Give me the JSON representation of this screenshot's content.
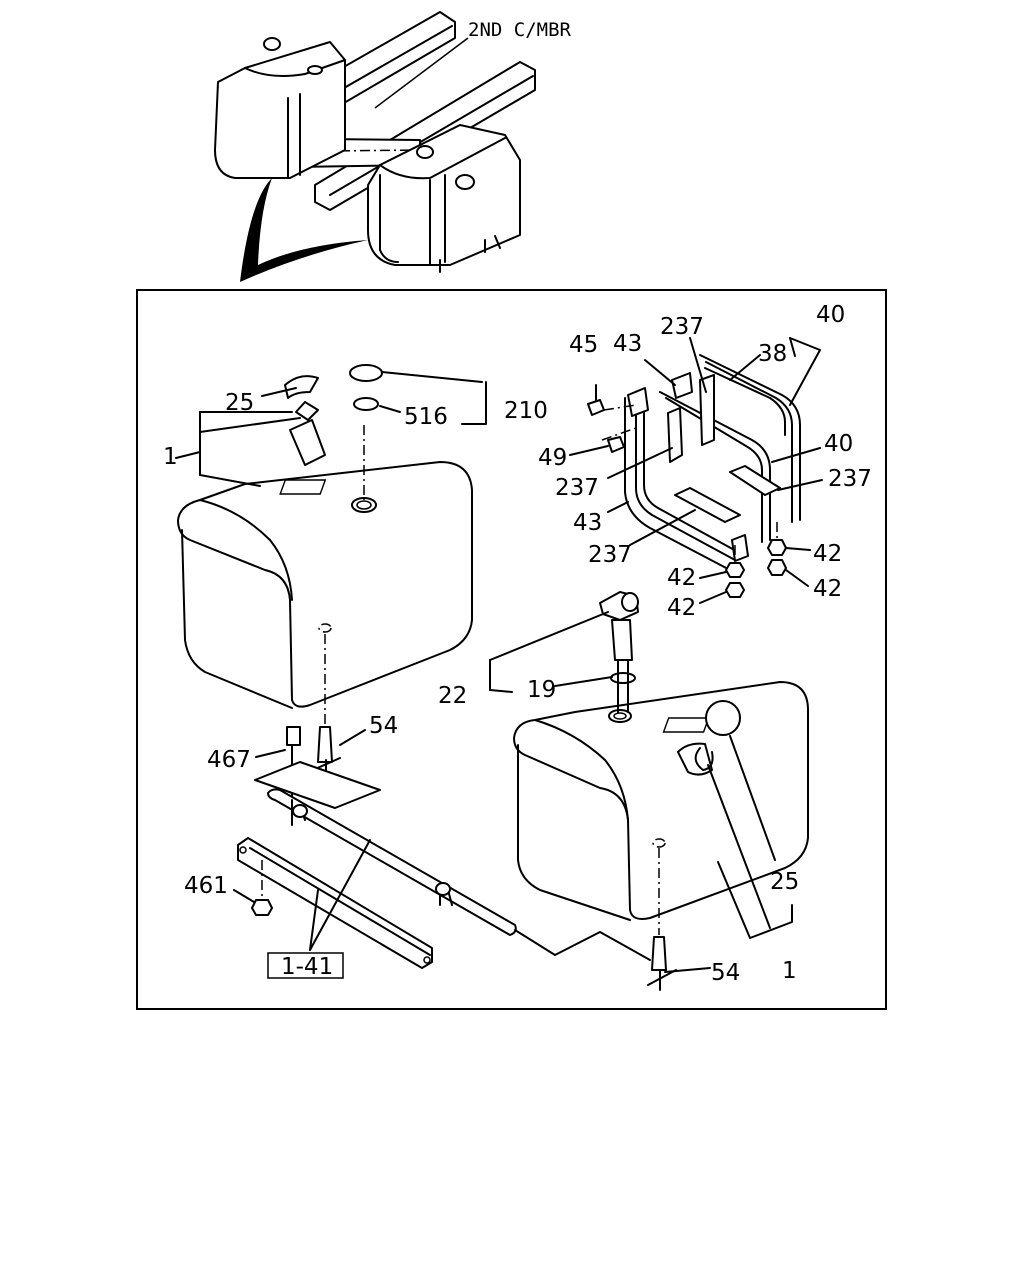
{
  "overview": {
    "caption": "2ND C/MBR"
  },
  "left_tank": {
    "label_1": "1",
    "label_25": "25",
    "label_210": "210",
    "label_516": "516",
    "label_54": "54",
    "label_467": "467",
    "label_461": "461",
    "ref_box": "1-41"
  },
  "right_tank": {
    "label_22": "22",
    "label_19": "19",
    "label_25": "25",
    "label_1": "1",
    "label_54": "54"
  },
  "bracket": {
    "label_45": "45",
    "label_43_top": "43",
    "label_237_top": "237",
    "label_40_top": "40",
    "label_38": "38",
    "label_49": "49",
    "label_237_left": "237",
    "label_40_mid": "40",
    "label_237_right": "237",
    "label_43_bottom": "43",
    "label_237_bottom": "237",
    "label_42_a": "42",
    "label_42_b": "42",
    "label_42_c": "42",
    "label_42_d": "42"
  }
}
